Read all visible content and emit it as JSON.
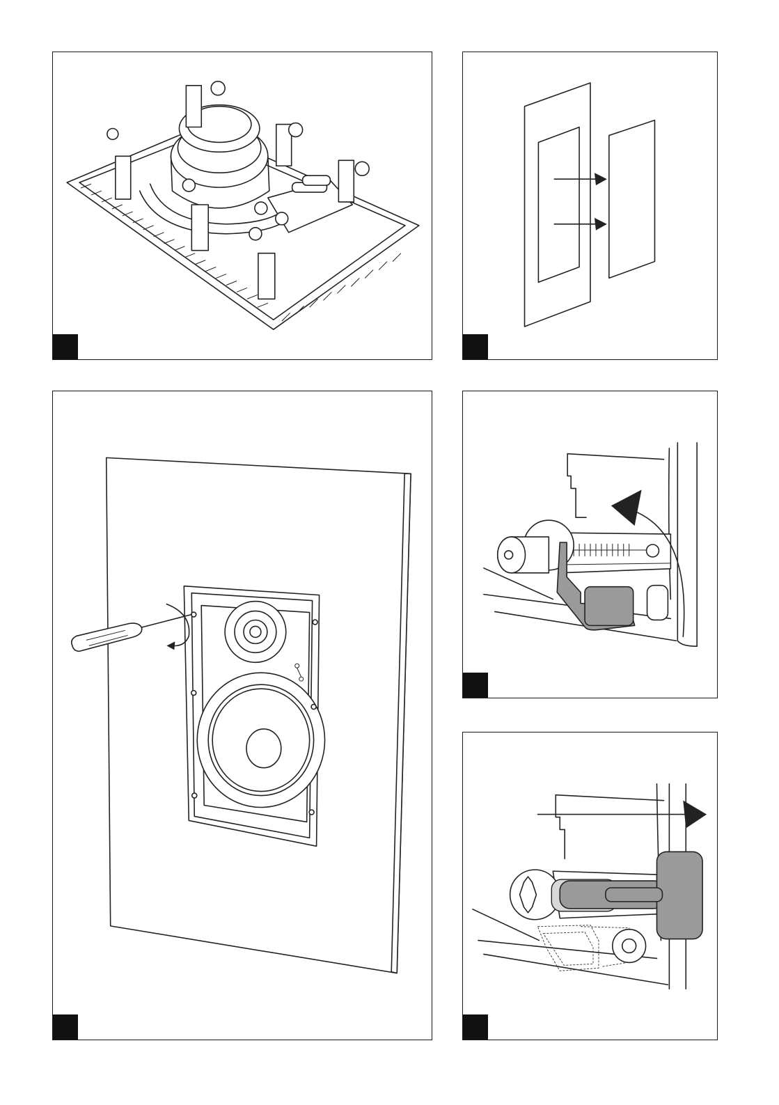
{
  "figures": [
    {
      "id": "fig-speaker-frame",
      "marker_label": ""
    },
    {
      "id": "fig-paint-shield",
      "marker_label": ""
    },
    {
      "id": "fig-wall-mount",
      "marker_label": ""
    },
    {
      "id": "fig-clamp-rotate",
      "marker_label": ""
    },
    {
      "id": "fig-clamp-pull",
      "marker_label": ""
    }
  ],
  "colors": {
    "line": "#222222",
    "marker": "#111111",
    "clamp_gray": "#9a9a9a",
    "background": "#ffffff"
  },
  "icons": [
    "screwdriver-icon",
    "rotation-arrow-icon",
    "direction-arrow-icon"
  ]
}
